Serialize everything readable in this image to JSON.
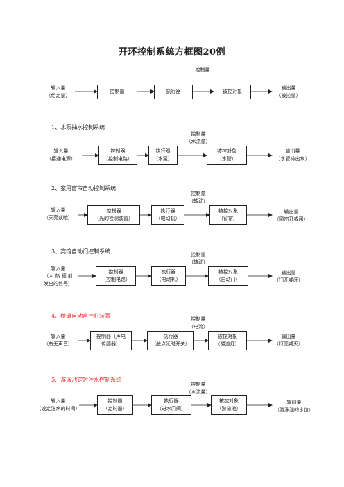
{
  "title": "开环控制系统方框图20例",
  "general": {
    "control_qty": "控制量",
    "input": [
      "输入量",
      "（给定量）"
    ],
    "controller": "控制器",
    "actuator": "执行器",
    "plant": "被控对象",
    "output": [
      "输出量",
      "（被控量）"
    ]
  },
  "examples": [
    {
      "heading": "1、水泵抽水控制系统",
      "heading_color": "#222222",
      "control_qty": [
        "控制量",
        "（水流量）"
      ],
      "input": [
        "输入量",
        "（接通电源）"
      ],
      "controller": [
        "控制器",
        "（控制电路）"
      ],
      "actuator": [
        "执行器",
        "（水泵）"
      ],
      "plant": [
        "被控对象",
        "（水管）"
      ],
      "output": [
        "输出量",
        "（水管排出水）"
      ]
    },
    {
      "heading": "2、家用窗帘自动控制系统",
      "heading_color": "#222222",
      "control_qty": [
        "控制量",
        "（转动）"
      ],
      "input": [
        "输入量",
        "（天亮或暗）"
      ],
      "controller": [
        "控制器",
        "（光的检测装置）"
      ],
      "actuator": [
        "执行器",
        "（电动机）"
      ],
      "plant": [
        "被控对象",
        "（窗帘）"
      ],
      "output": [
        "输出量",
        "（窗帘开或闭）"
      ]
    },
    {
      "heading": "3、宾馆自动门控制系统",
      "heading_color": "#222222",
      "control_qty": [
        "控制量",
        "（转动）"
      ],
      "input": [
        "输入量",
        "（人 热 辐 射",
        "发出的信号）"
      ],
      "controller": [
        "控制器",
        "（控制电路）"
      ],
      "actuator": [
        "执行器",
        "（电动机）"
      ],
      "plant": [
        "被控对象",
        "（自动门）"
      ],
      "output": [
        "输出量",
        "（门开或闭）"
      ]
    },
    {
      "heading": "4、楼道自动声控灯装置",
      "heading_color": "#e8262a",
      "control_qty": [
        "控制量",
        "（电流）"
      ],
      "input": [
        "输入量",
        "（有无声音）"
      ],
      "controller": [
        "控制器（声电",
        "传感器）"
      ],
      "actuator": [
        "执行器",
        "（触点延时开关）"
      ],
      "plant": [
        "被控对象",
        "（楼道灯）"
      ],
      "output": [
        "输出量",
        "（灯亮或灭）"
      ]
    },
    {
      "heading": "5、游泳池定时注水控制系统",
      "heading_color": "#e8262a",
      "control_qty": [
        "控制量",
        "（水流量）"
      ],
      "input": [
        "输入量",
        "（设定注水的时间）"
      ],
      "controller": [
        "控制器",
        "（定时器）"
      ],
      "actuator": [
        "执行器",
        "（进水门阀）"
      ],
      "plant": [
        "被控对象",
        "（游泳池）"
      ],
      "output": [
        "输出量",
        "（游泳池的水位）"
      ]
    }
  ]
}
